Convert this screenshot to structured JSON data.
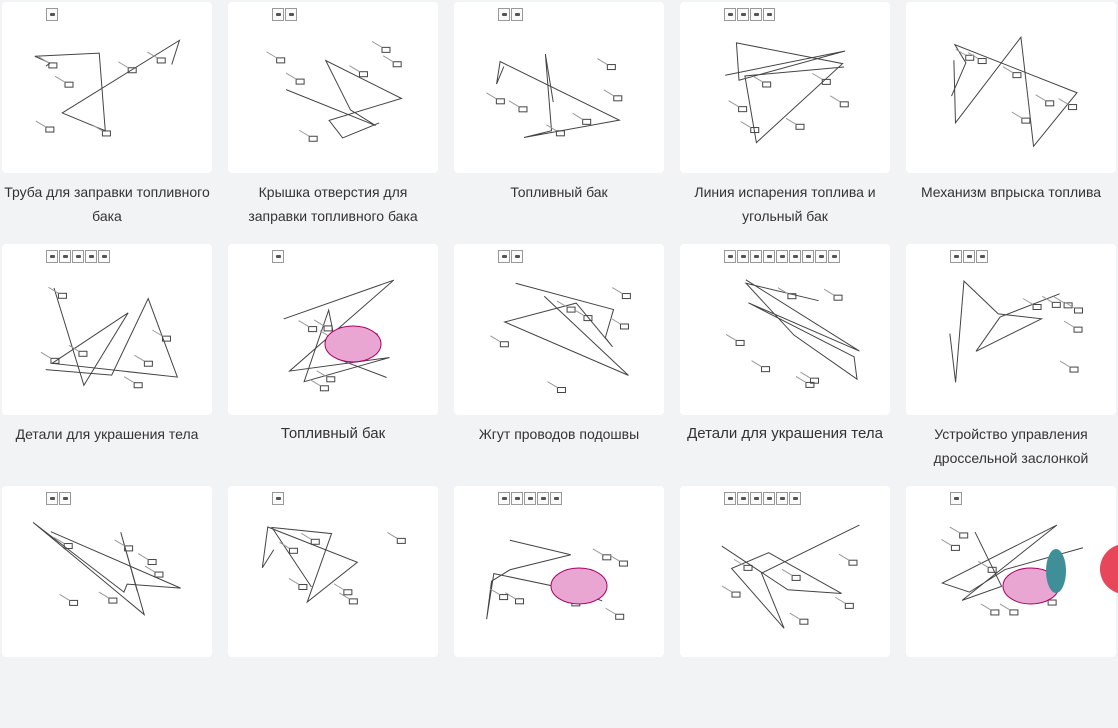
{
  "cards": [
    {
      "title": "Труба для заправки топливного бака",
      "thumbs": 1
    },
    {
      "title": "Крышка отверстия для заправки топливного бака",
      "thumbs": 2
    },
    {
      "title": "Топливный бак",
      "thumbs": 2
    },
    {
      "title": "Линия испарения топлива и угольный бак",
      "thumbs": 4
    },
    {
      "title": "Механизм впрыска топлива",
      "thumbs": 0
    },
    {
      "title": "Детали для украшения тела",
      "thumbs": 5
    },
    {
      "title": "Топливный бак",
      "thumbs": 1
    },
    {
      "title": "Жгут проводов подошвы",
      "thumbs": 2
    },
    {
      "title": "Детали для украшения тела",
      "thumbs": 9
    },
    {
      "title": "Устройство управления дроссельной заслонкой",
      "thumbs": 3
    },
    {
      "title": "",
      "thumbs": 2
    },
    {
      "title": "",
      "thumbs": 1
    },
    {
      "title": "",
      "thumbs": 5
    },
    {
      "title": "",
      "thumbs": 6
    },
    {
      "title": "",
      "thumbs": 1
    }
  ],
  "colors": {
    "background": "#f2f3f5",
    "card": "#ffffff",
    "chat": "#e8465a",
    "pink": "#e9a6d2",
    "teal": "#3e8f98"
  }
}
